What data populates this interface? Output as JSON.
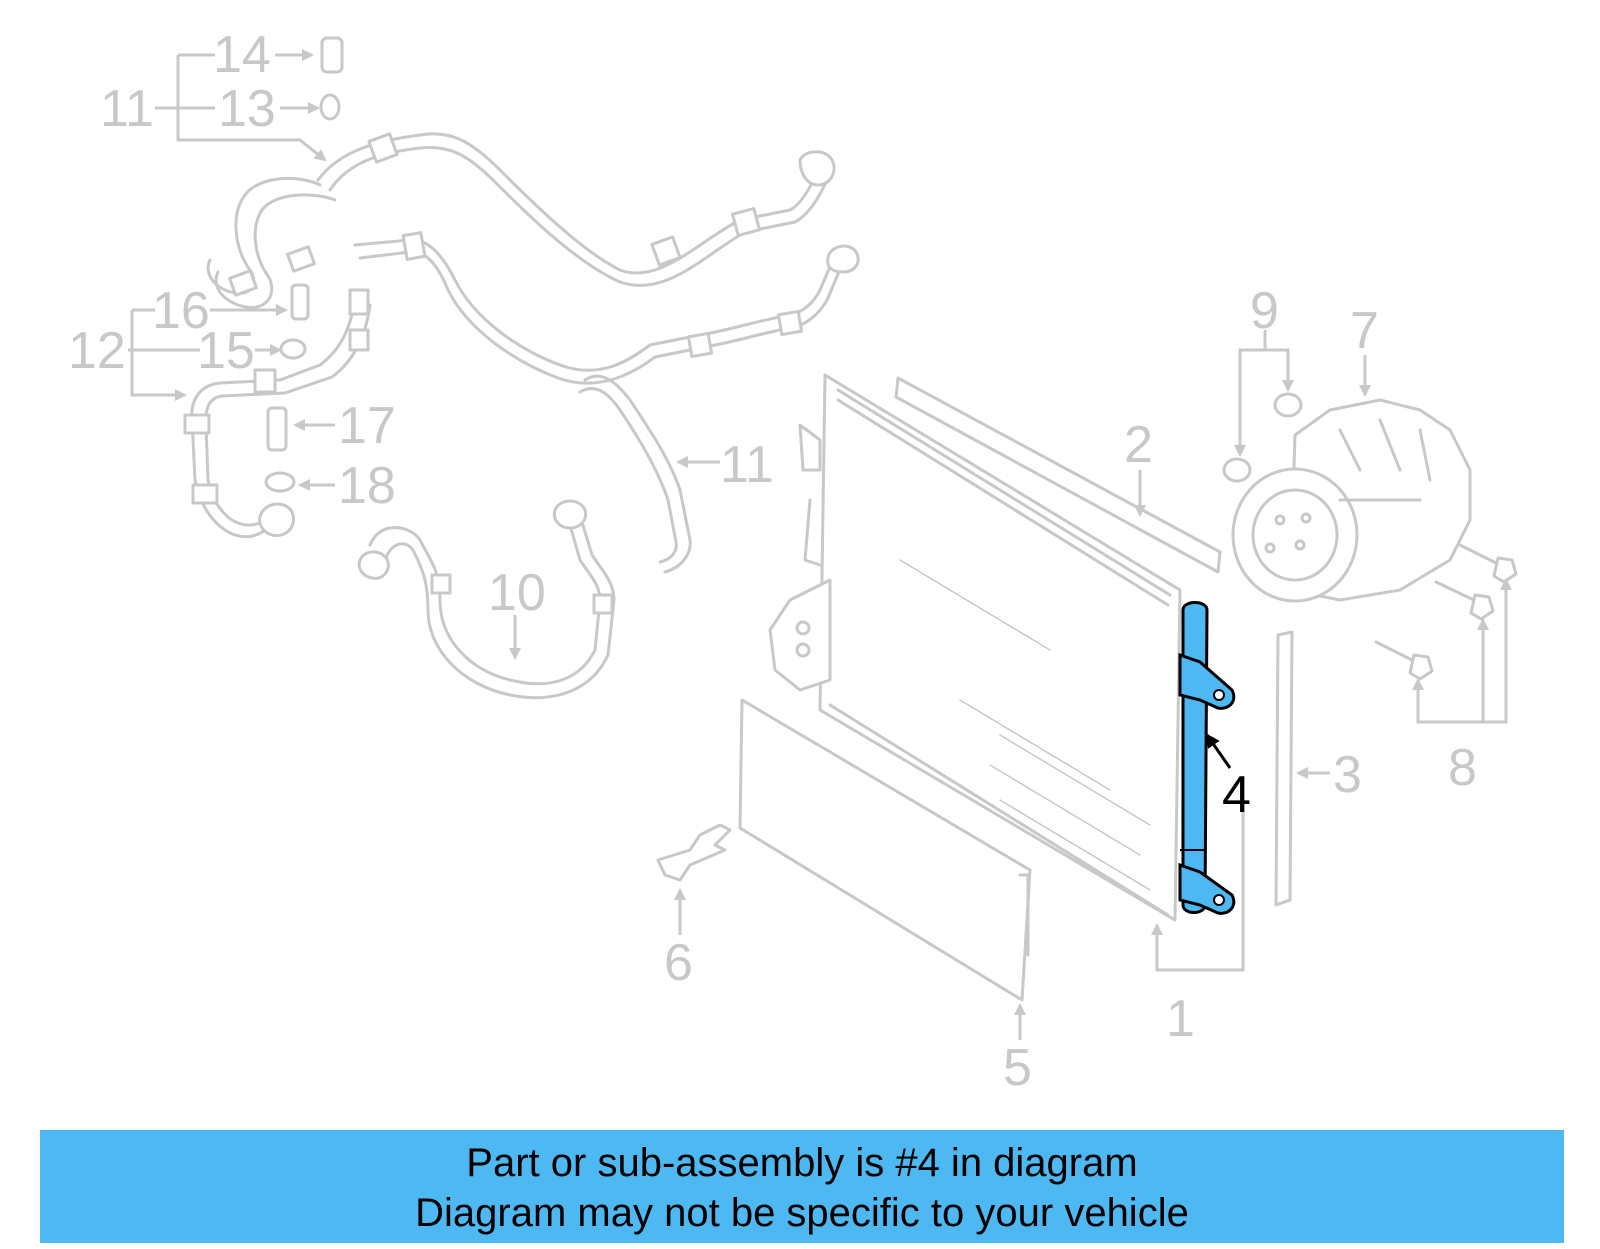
{
  "colors": {
    "highlight_part": "#4db8f2",
    "banner_background": "#4db8f2",
    "unhighlighted_line": "#c8c8c8",
    "highlighted_callout": "#000000"
  },
  "callouts": {
    "c1": "1",
    "c2": "2",
    "c3": "3",
    "c4": "4",
    "c5": "5",
    "c6": "6",
    "c7": "7",
    "c8": "8",
    "c9": "9",
    "c10": "10",
    "c11_top": "11",
    "c11_mid": "11",
    "c12": "12",
    "c13": "13",
    "c14": "14",
    "c15": "15",
    "c16": "16",
    "c17": "17",
    "c18": "18"
  },
  "banner": {
    "line1": "Part or sub-assembly is #4 in diagram",
    "line2": "Diagram may not be specific to your vehicle"
  }
}
